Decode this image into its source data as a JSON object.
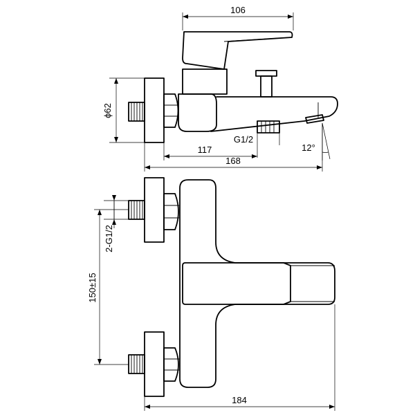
{
  "dimensions": {
    "top_width": "106",
    "diameter": "ϕ62",
    "thread": "G1/2",
    "spout_reach": "117",
    "overall_side": "168",
    "spout_angle": "12°",
    "inlet_thread": "2-G1/2",
    "center_distance": "150±15",
    "overall_front": "184"
  }
}
